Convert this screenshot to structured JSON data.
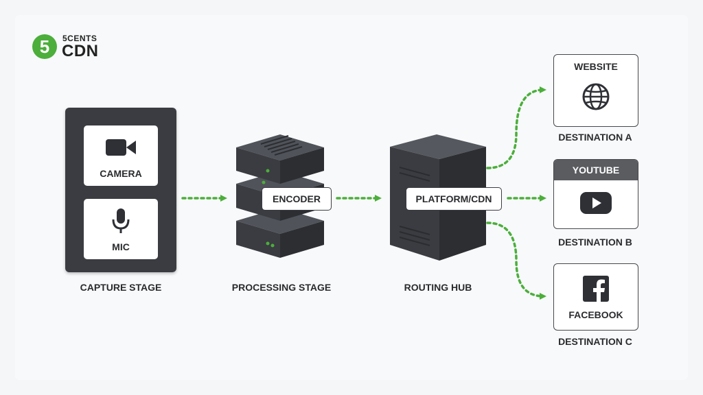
{
  "logo": {
    "badge": "5",
    "top": "5CENTS",
    "bottom": "CDN"
  },
  "capture": {
    "label": "CAPTURE STAGE",
    "sources": {
      "camera": "CAMERA",
      "mic": "MIC"
    }
  },
  "processing": {
    "label": "PROCESSING STAGE",
    "tag": "ENCODER"
  },
  "routing": {
    "label": "ROUTING HUB",
    "tag": "PLATFORM/CDN"
  },
  "destinations": {
    "a": {
      "title": "WEBSITE",
      "label": "DESTINATION A",
      "icon": "globe-icon"
    },
    "b": {
      "title": "YOUTUBE",
      "label": "DESTINATION B",
      "icon": "youtube-play-icon"
    },
    "c": {
      "title": "FACEBOOK",
      "label": "DESTINATION C",
      "icon": "facebook-icon"
    }
  },
  "colors": {
    "arrow": "#4cae3b",
    "dark": "#3a3c41",
    "led": "#4cae3b",
    "youtube_header": "#5a5c60"
  }
}
